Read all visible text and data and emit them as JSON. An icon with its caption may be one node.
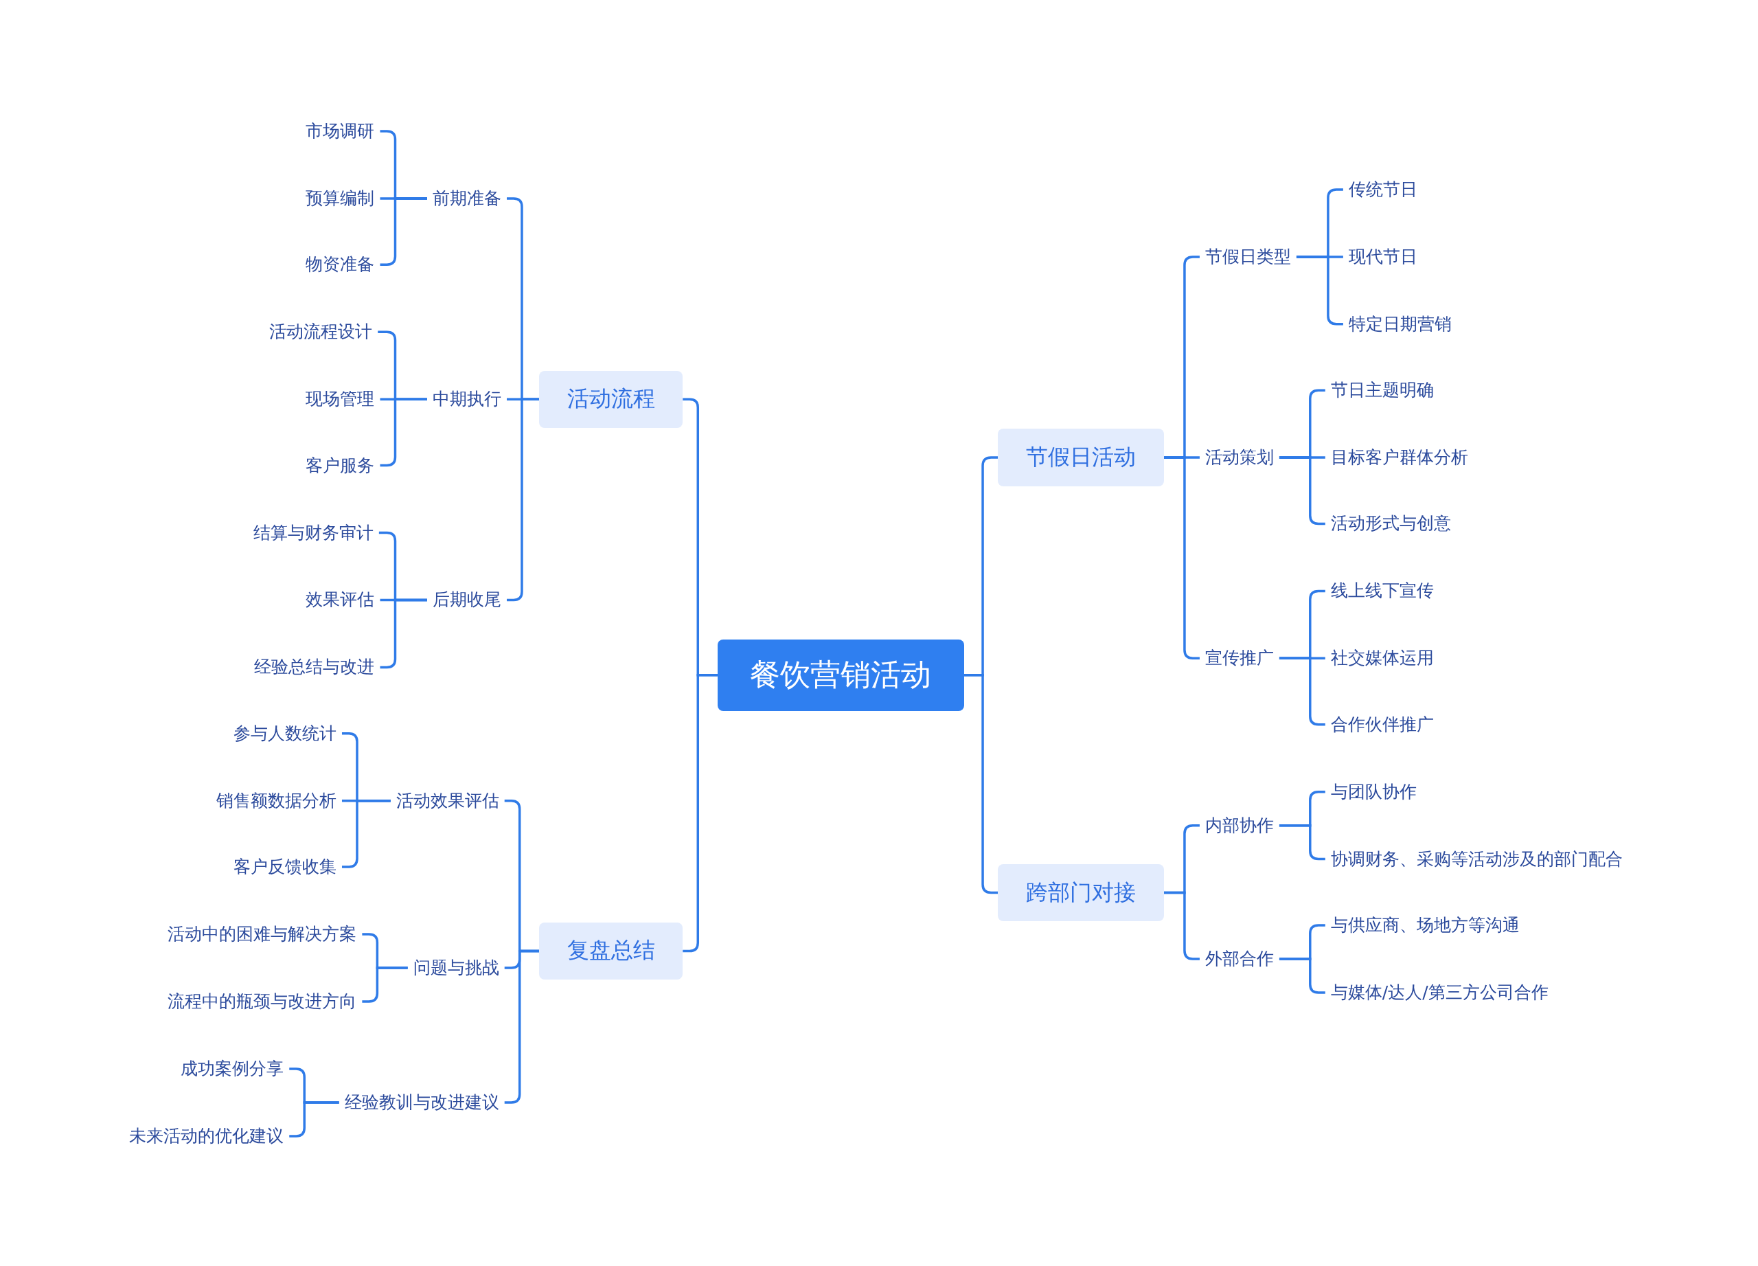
{
  "diagram": {
    "nodes": [
      {
        "text": [
          "餐饮营销活动"
        ]
      },
      {
        "text": [
          "活动流程"
        ]
      },
      {
        "text": [
          "前期准备"
        ]
      },
      {
        "text": [
          "市场调研"
        ]
      },
      {
        "text": [
          "预算编制"
        ]
      },
      {
        "text": [
          "物资准备"
        ]
      },
      {
        "text": [
          "中期执行"
        ]
      },
      {
        "text": [
          "活动流程设计"
        ]
      },
      {
        "text": [
          "现场管理"
        ]
      },
      {
        "text": [
          "客户服务"
        ]
      },
      {
        "text": [
          "后期收尾"
        ]
      },
      {
        "text": [
          "结算与财务审计"
        ]
      },
      {
        "text": [
          "效果评估"
        ]
      },
      {
        "text": [
          "经验总结与改进"
        ]
      },
      {
        "text": [
          "复盘总结"
        ]
      },
      {
        "text": [
          "活动效果评估"
        ]
      },
      {
        "text": [
          "参与人数统计"
        ]
      },
      {
        "text": [
          "销售额数据分析"
        ]
      },
      {
        "text": [
          "客户反馈收集"
        ]
      },
      {
        "text": [
          "问题与挑战"
        ]
      },
      {
        "text": [
          "活动中的困难与解决方案"
        ]
      },
      {
        "text": [
          "流程中的瓶颈与改进方向"
        ]
      },
      {
        "text": [
          "经验教训与改进建议"
        ]
      },
      {
        "text": [
          "成功案例分享"
        ]
      },
      {
        "text": [
          "未来活动的优化建议"
        ]
      },
      {
        "text": [
          "节假日活动"
        ]
      },
      {
        "text": [
          "节假日类型"
        ]
      },
      {
        "text": [
          "传统节日"
        ]
      },
      {
        "text": [
          "现代节日"
        ]
      },
      {
        "text": [
          "特定日期营销"
        ]
      },
      {
        "text": [
          "活动策划"
        ]
      },
      {
        "text": [
          "节日主题明确"
        ]
      },
      {
        "text": [
          "目标客户群体分析"
        ]
      },
      {
        "text": [
          "活动形式与创意"
        ]
      },
      {
        "text": [
          "宣传推广"
        ]
      },
      {
        "text": [
          "线上线下宣传"
        ]
      },
      {
        "text": [
          "社交媒体运用"
        ]
      },
      {
        "text": [
          "合作伙伴推广"
        ]
      },
      {
        "text": [
          "跨部门对接"
        ]
      },
      {
        "text": [
          "内部协作"
        ]
      },
      {
        "text": [
          "与团队协作"
        ]
      },
      {
        "text": [
          "协调财务、采购等活动涉及的部门配合"
        ]
      },
      {
        "text": [
          "外部合作"
        ]
      },
      {
        "text": [
          "与供应商、场地方等沟通"
        ]
      },
      {
        "text": [
          "与媒体/达人/第三方公司合作"
        ]
      }
    ],
    "edges": [
      {
        "from": 0,
        "to": 1,
        "arrow": "none"
      },
      {
        "from": 1,
        "to": 2,
        "arrow": "none"
      },
      {
        "from": 2,
        "to": 3,
        "arrow": "none"
      },
      {
        "from": 2,
        "to": 4,
        "arrow": "none"
      },
      {
        "from": 2,
        "to": 5,
        "arrow": "none"
      },
      {
        "from": 1,
        "to": 6,
        "arrow": "none"
      },
      {
        "from": 6,
        "to": 7,
        "arrow": "none"
      },
      {
        "from": 6,
        "to": 8,
        "arrow": "none"
      },
      {
        "from": 6,
        "to": 9,
        "arrow": "none"
      },
      {
        "from": 1,
        "to": 10,
        "arrow": "none"
      },
      {
        "from": 10,
        "to": 11,
        "arrow": "none"
      },
      {
        "from": 10,
        "to": 12,
        "arrow": "none"
      },
      {
        "from": 10,
        "to": 13,
        "arrow": "none"
      },
      {
        "from": 0,
        "to": 14,
        "arrow": "none"
      },
      {
        "from": 14,
        "to": 15,
        "arrow": "none"
      },
      {
        "from": 15,
        "to": 16,
        "arrow": "none"
      },
      {
        "from": 15,
        "to": 17,
        "arrow": "none"
      },
      {
        "from": 15,
        "to": 18,
        "arrow": "none"
      },
      {
        "from": 14,
        "to": 19,
        "arrow": "none"
      },
      {
        "from": 19,
        "to": 20,
        "arrow": "none"
      },
      {
        "from": 19,
        "to": 21,
        "arrow": "none"
      },
      {
        "from": 14,
        "to": 22,
        "arrow": "none"
      },
      {
        "from": 22,
        "to": 23,
        "arrow": "none"
      },
      {
        "from": 22,
        "to": 24,
        "arrow": "none"
      },
      {
        "from": 0,
        "to": 25,
        "arrow": "none"
      },
      {
        "from": 25,
        "to": 26,
        "arrow": "none"
      },
      {
        "from": 26,
        "to": 27,
        "arrow": "none"
      },
      {
        "from": 26,
        "to": 28,
        "arrow": "none"
      },
      {
        "from": 26,
        "to": 29,
        "arrow": "none"
      },
      {
        "from": 25,
        "to": 30,
        "arrow": "none"
      },
      {
        "from": 30,
        "to": 31,
        "arrow": "none"
      },
      {
        "from": 30,
        "to": 32,
        "arrow": "none"
      },
      {
        "from": 30,
        "to": 33,
        "arrow": "none"
      },
      {
        "from": 25,
        "to": 34,
        "arrow": "none"
      },
      {
        "from": 34,
        "to": 35,
        "arrow": "none"
      },
      {
        "from": 34,
        "to": 36,
        "arrow": "none"
      },
      {
        "from": 34,
        "to": 37,
        "arrow": "none"
      },
      {
        "from": 0,
        "to": 38,
        "arrow": "none"
      },
      {
        "from": 38,
        "to": 39,
        "arrow": "none"
      },
      {
        "from": 39,
        "to": 40,
        "arrow": "none"
      },
      {
        "from": 39,
        "to": 41,
        "arrow": "none"
      },
      {
        "from": 38,
        "to": 42,
        "arrow": "none"
      },
      {
        "from": 42,
        "to": 43,
        "arrow": "none"
      },
      {
        "from": 42,
        "to": 44,
        "arrow": "none"
      }
    ]
  }
}
